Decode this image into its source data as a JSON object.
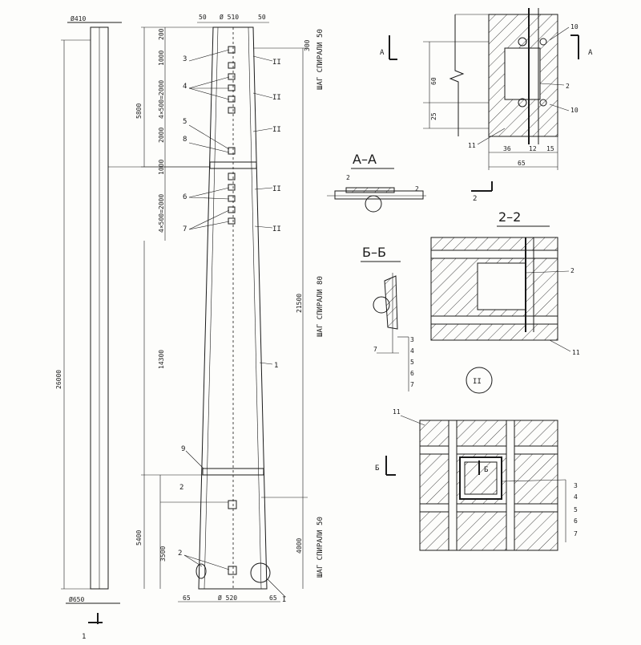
{
  "dims_left": {
    "top_diam": "Ø410",
    "length": "26000",
    "bottom_diam": "Ø650",
    "section_mark": "1"
  },
  "dims_main": {
    "top_50_left": "50",
    "top_diam": "Ø 510",
    "top_50_right": "50",
    "seg_200": "200",
    "seg_1000": "1000",
    "seg_4x500": "4×500=2000",
    "seg_5800": "5800",
    "seg_2000": "2000",
    "seg_1000b": "1000",
    "seg_4x500b": "4×500=2000",
    "seg_14300": "14300",
    "seg_5400": "5400",
    "seg_3500": "3500",
    "right_300": "300",
    "right_21500": "21500",
    "right_4000": "4000",
    "bottom_65_left": "65",
    "bottom_diam": "Ø 520",
    "bottom_65_right": "65"
  },
  "spiral_labels": {
    "top": "ШАГ СПИРАЛИ 50",
    "middle": "ШАГ СПИРАЛИ 80",
    "bottom": "ШАГ СПИРАЛИ 50"
  },
  "callouts": {
    "n3": "3",
    "n4": "4",
    "n5": "5",
    "n8": "8",
    "n6": "6",
    "n7": "7",
    "n1": "1",
    "n9": "9",
    "n2a": "2",
    "n2b": "2",
    "roman": "II",
    "roman_bottom": "I"
  },
  "section_aa": {
    "title": "А–А",
    "n2": "2",
    "n2b": "2"
  },
  "section_bb": {
    "title": "Б–Б",
    "labels": [
      "3",
      "4",
      "5",
      "6",
      "7"
    ],
    "dim": "7"
  },
  "detail_top": {
    "marker_a": "А",
    "marker_a2": "А",
    "dim_60": "60",
    "dim_25": "25",
    "dim_36": "36",
    "dim_12": "12",
    "dim_15": "15",
    "dim_65": "65",
    "n10a": "10",
    "n10b": "10",
    "n2": "2",
    "n11": "11",
    "section2": "2"
  },
  "section_22": {
    "title": "2–2",
    "n2": "2",
    "n11": "11"
  },
  "roman_circle": "II",
  "detail_bottom": {
    "n11": "11",
    "marker_b": "Б",
    "marker_b2": "Б",
    "labels": [
      "3",
      "4",
      "5",
      "6",
      "7"
    ]
  }
}
